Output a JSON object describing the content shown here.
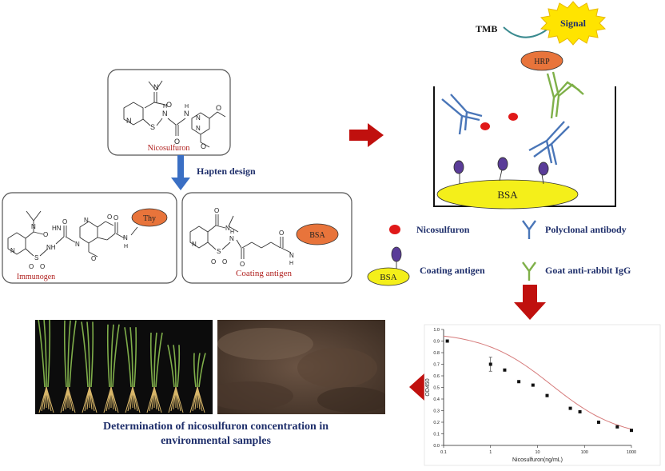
{
  "figure": {
    "top_structure_label": "Nicosulfuron",
    "hapten_design_label": "Hapten design",
    "immunogen_label": "Immunogen",
    "coating_antigen_label": "Coating antigen",
    "thy_label": "Thy",
    "bsa_label": "BSA",
    "tmb_label": "TMB",
    "signal_label": "Signal",
    "hrp_label": "HRP",
    "well_bsa_label": "BSA",
    "atom_O": "O",
    "atom_N": "N",
    "atom_H": "H",
    "atom_S": "S",
    "atom_HN": "HN",
    "atom_NH": "NH",
    "atom_OS": "O",
    "caption_line1": "Determination of nicosulfuron concentration  in",
    "caption_line2": "environmental samples"
  },
  "legend": {
    "nicosulfuron": "Nicosulfuron",
    "polyclonal_antibody": "Polyclonal antibody",
    "coating_antigen": "Coating antigen",
    "goat_igg": "Goat anti-rabbit IgG",
    "bsa": "BSA"
  },
  "colors": {
    "arrow_red": "#c0100e",
    "arrow_blue": "#3a6fc4",
    "ellipse_orange": "#e8743b",
    "bsa_yellow": "#f4ef1a",
    "antigen_purple": "#5a3c98",
    "antibody_blue": "#4a76b8",
    "igg_green": "#7fb049",
    "dot_red": "#e01818",
    "signal_yellow": "#ffe400",
    "text_navy": "#1f2f6b",
    "text_red": "#b0201e"
  },
  "chart_data": {
    "type": "scatter",
    "title": "",
    "xlabel": "Nicosulfuron(ng/mL)",
    "ylabel": "OD450",
    "xscale": "log",
    "xlim": [
      0.1,
      1000
    ],
    "ylim": [
      0.0,
      1.0
    ],
    "x_ticks": [
      0.1,
      1,
      10,
      100,
      1000
    ],
    "x_tick_labels": [
      "0.1",
      "1",
      "10",
      "100",
      "1000"
    ],
    "y_ticks": [
      0.0,
      0.1,
      0.2,
      0.3,
      0.4,
      0.5,
      0.6,
      0.7,
      0.8,
      0.9,
      1.0
    ],
    "y_tick_labels": [
      "0.0",
      "0.1",
      "0.2",
      "0.3",
      "0.4",
      "0.5",
      "0.6",
      "0.7",
      "0.8",
      "0.9",
      "1.0"
    ],
    "points": [
      {
        "x": 0.12,
        "y": 0.9
      },
      {
        "x": 1.0,
        "y": 0.7,
        "err": 0.06
      },
      {
        "x": 2.0,
        "y": 0.65
      },
      {
        "x": 4.0,
        "y": 0.55
      },
      {
        "x": 8.0,
        "y": 0.52
      },
      {
        "x": 16.0,
        "y": 0.43
      },
      {
        "x": 50.0,
        "y": 0.32
      },
      {
        "x": 80.0,
        "y": 0.29
      },
      {
        "x": 200.0,
        "y": 0.2
      },
      {
        "x": 500.0,
        "y": 0.16
      },
      {
        "x": 1000.0,
        "y": 0.13
      }
    ],
    "fit": {
      "top": 0.98,
      "bottom": 0.06,
      "ic50": 20.0,
      "hill": 0.6
    }
  }
}
